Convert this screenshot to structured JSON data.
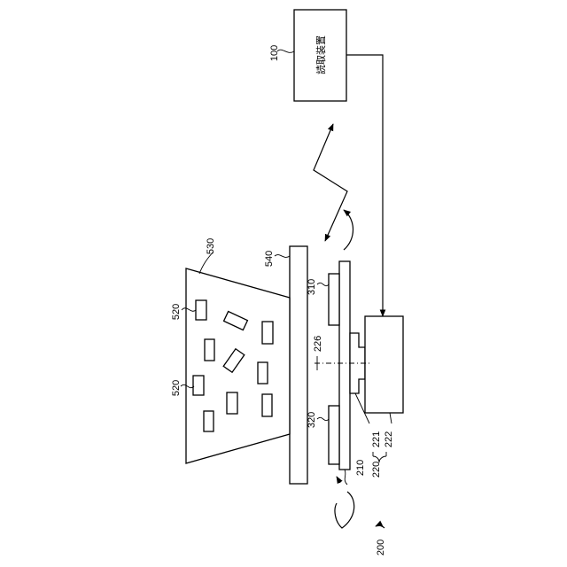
{
  "labels": {
    "reader_ref": "100",
    "reader_name": "読取装置",
    "device_ref": "200",
    "board_ref": "210",
    "module_ref": "220",
    "chip_ref": "221",
    "substrate_ref": "222",
    "axis_ref": "226",
    "antenna_top_ref": "310",
    "antenna_bottom_ref": "320",
    "item_ref_a": "520",
    "item_ref_b": "520",
    "container_ref": "530",
    "plate_ref": "540"
  }
}
